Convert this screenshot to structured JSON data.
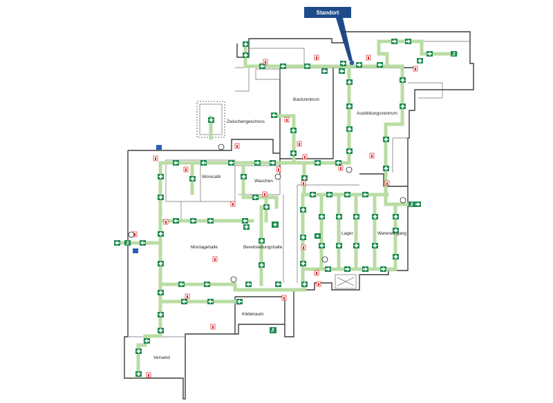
{
  "marker": {
    "label": "Standort",
    "color": "#1f4a8a"
  },
  "rooms": {
    "backzentrum": "Backzentrum",
    "ausbildungszentrum": "Ausbildungszentrum",
    "zwischengeschoss": "Zwischengeschoss",
    "worxcafe": "Worxcafé",
    "waschen": "Waschen",
    "montagehalle": "Montagehalle",
    "bereitstellungshalle": "Bereitstellungshalle",
    "lager": "Lager",
    "wareneingang": "Wareneingang",
    "klebéraum": "Klebéraum",
    "versand": "Versand"
  },
  "legend_colors": {
    "escape_route": "#b9dca3",
    "exit_sign": "#1e8b52",
    "extinguisher": "#d22222",
    "walls": "#3a3a3a"
  },
  "icons": {
    "exit": "running-man-exit-icon",
    "arrow": "escape-direction-arrow-icon",
    "extinguisher": "fire-extinguisher-icon",
    "aed": "defibrillator-icon",
    "first_aid": "first-aid-icon",
    "location": "location-pin-icon"
  }
}
